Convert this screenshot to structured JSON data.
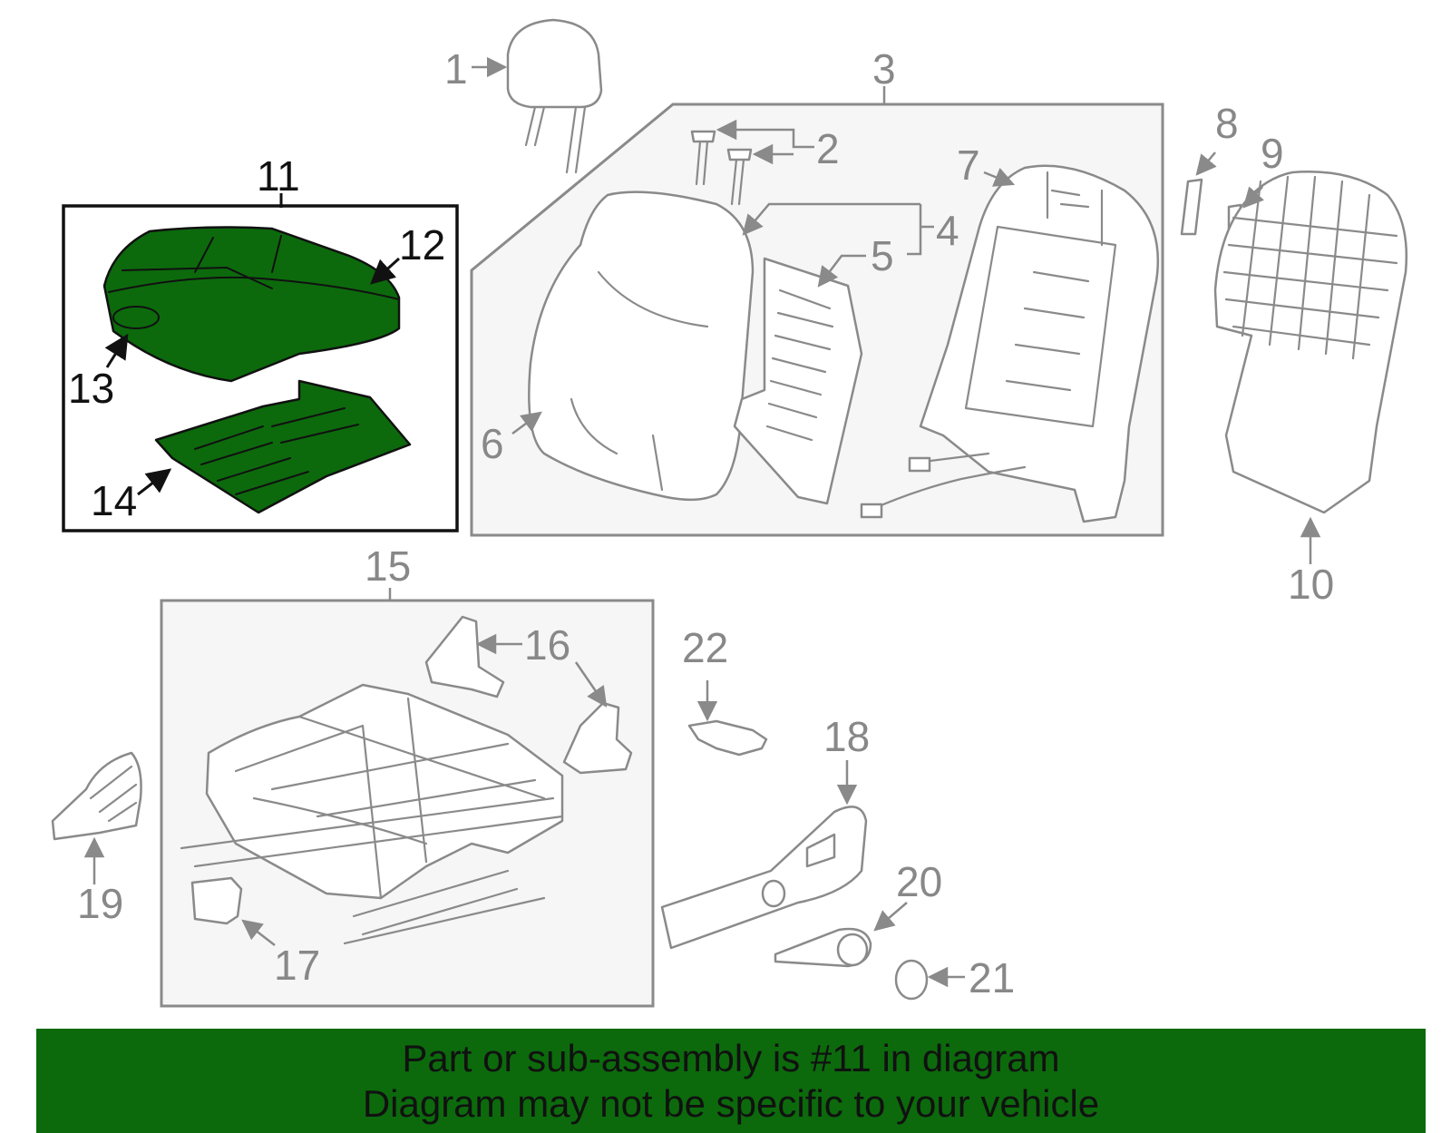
{
  "callouts": {
    "c1": "1",
    "c2": "2",
    "c3": "3",
    "c4": "4",
    "c5": "5",
    "c6": "6",
    "c7": "7",
    "c8": "8",
    "c9": "9",
    "c10": "10",
    "c11": "11",
    "c12": "12",
    "c13": "13",
    "c14": "14",
    "c15": "15",
    "c16": "16",
    "c17": "17",
    "c18": "18",
    "c19": "19",
    "c20": "20",
    "c21": "21",
    "c22": "22"
  },
  "highlight": {
    "part_number": "11",
    "color": "#0c6a0c"
  },
  "banner": {
    "line1": "Part or sub-assembly is #11 in diagram",
    "line2": "Diagram may not be specific to your vehicle"
  }
}
